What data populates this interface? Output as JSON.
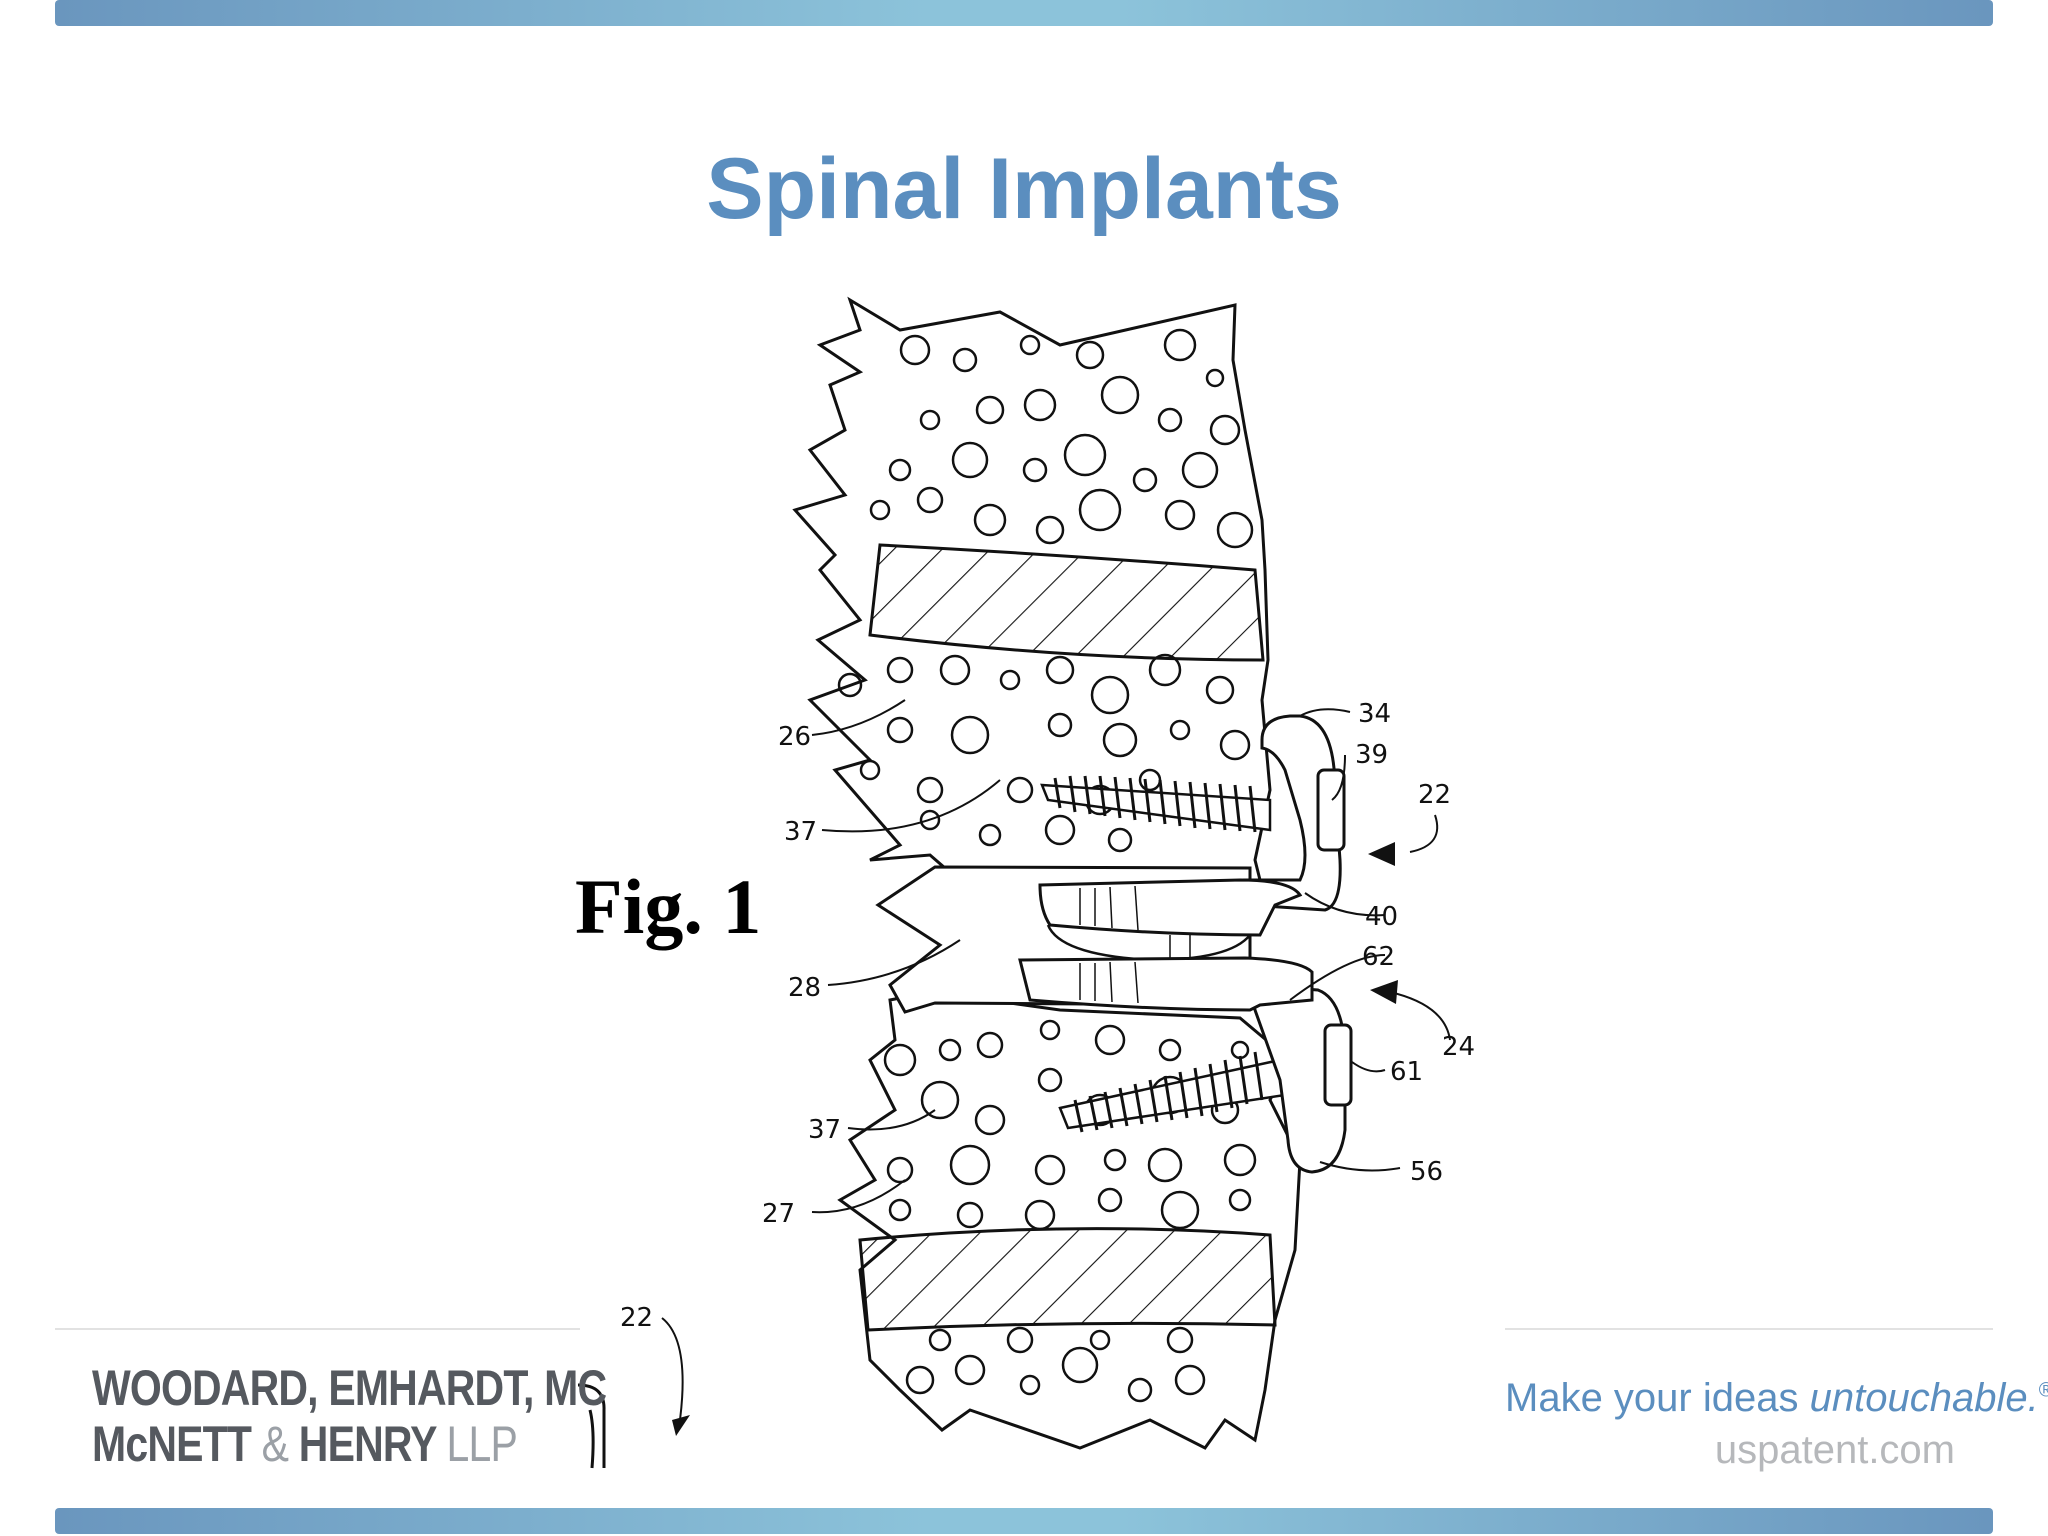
{
  "slide": {
    "title": "Spinal Implants",
    "figure_label": "Fig. 1",
    "figure_refs": {
      "r26": "26",
      "r37a": "37",
      "r28": "28",
      "r37b": "37",
      "r27": "27",
      "r22bottom": "22",
      "r34": "34",
      "r39": "39",
      "r22": "22",
      "r40": "40",
      "r62": "62",
      "r24": "24",
      "r61": "61",
      "r56": "56"
    }
  },
  "footer": {
    "firm_line1": "WOODARD, EMHARDT, MC",
    "firm_line2_a": "McNETT",
    "firm_line2_amp": "&",
    "firm_line2_b": "HENRY",
    "firm_line2_llp": "LLP",
    "tagline_plain": "Make your ideas",
    "tagline_italic": "untouchable.",
    "tagline_mark": "®",
    "website": "uspatent.com"
  },
  "colors": {
    "accent_blue": "#5b8ebf",
    "bar_light": "#8cc3da",
    "bar_dark": "#6a96be",
    "logo_gray": "#55595f"
  }
}
